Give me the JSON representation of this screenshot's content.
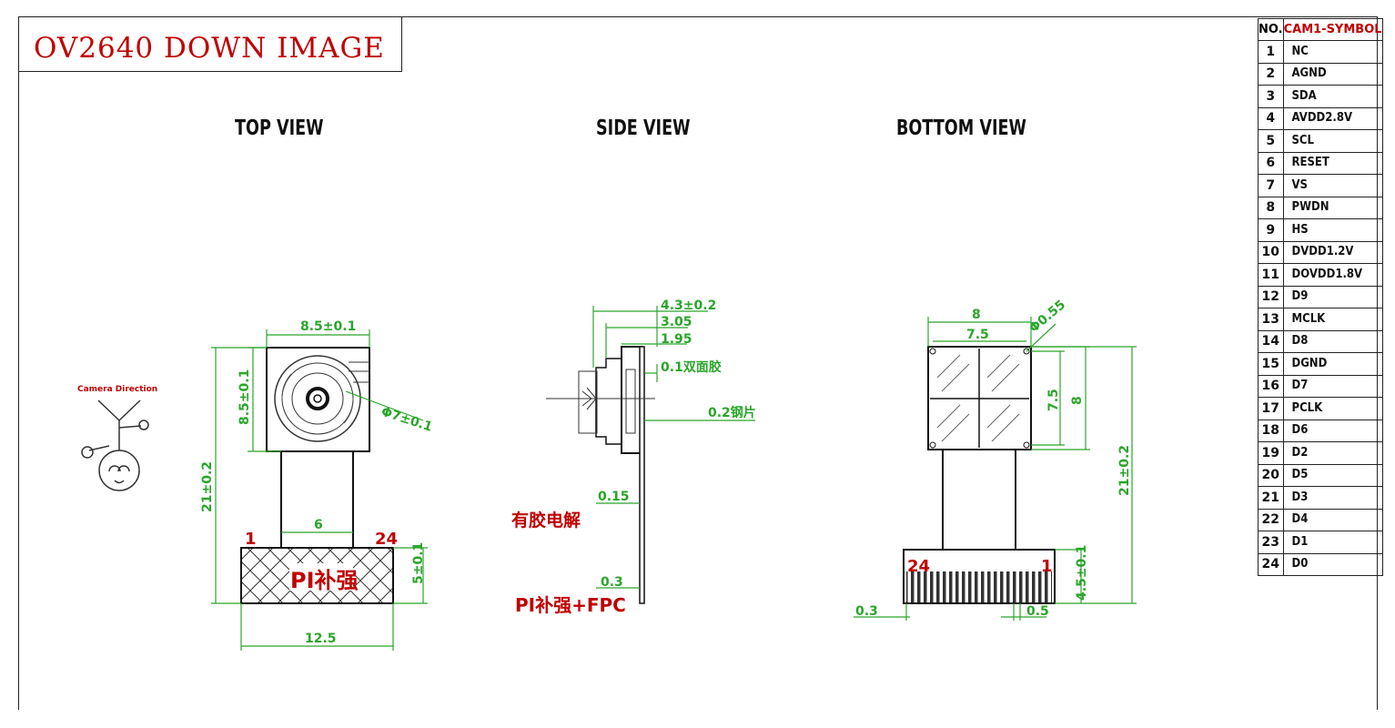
{
  "title": "OV2640 DOWN IMAGE",
  "views": {
    "top": "TOP VIEW",
    "side": "SIDE VIEW",
    "bottom": "BOTTOM VIEW"
  },
  "top_view": {
    "width_label": "8.5±0.1",
    "height_label": "8.5±0.1",
    "lens_label": "Φ7±0.1",
    "total_length_label": "21±0.2",
    "neck_label": "6",
    "pin_first": "1",
    "pin_last": "24",
    "stiffener_label": "PI补强",
    "stiffener_height_label": "5±0.1",
    "stiffener_width_label": "12.5",
    "direction_label": "Camera Direction"
  },
  "side_view": {
    "dim_total": "4.3±0.2",
    "dim_mid": "3.05",
    "dim_small": "1.95",
    "tape_label": "0.1双面胶",
    "steel_label": "0.2钢片",
    "dim_015": "0.15",
    "glue_label": "有胶电解",
    "dim_03": "0.3",
    "pi_fpc_label": "PI补强+FPC"
  },
  "bottom_view": {
    "width_outer": "8",
    "width_inner": "7.5",
    "hole_label": "Φ0.55",
    "height_inner": "7.5",
    "height_outer": "8",
    "total_length_label": "21±0.2",
    "pin_first": "24",
    "pin_last": "1",
    "finger_height_label": "4.5±0.1",
    "dim_03": "0.3",
    "dim_05": "0.5"
  },
  "pin_table": {
    "header_no": "NO.",
    "header_symbol": "CAM1-SYMBOL",
    "rows": [
      {
        "no": "1",
        "signal": "NC"
      },
      {
        "no": "2",
        "signal": "AGND"
      },
      {
        "no": "3",
        "signal": "SDA"
      },
      {
        "no": "4",
        "signal": "AVDD2.8V"
      },
      {
        "no": "5",
        "signal": "SCL"
      },
      {
        "no": "6",
        "signal": "RESET"
      },
      {
        "no": "7",
        "signal": "VS"
      },
      {
        "no": "8",
        "signal": "PWDN"
      },
      {
        "no": "9",
        "signal": "HS"
      },
      {
        "no": "10",
        "signal": "DVDD1.2V"
      },
      {
        "no": "11",
        "signal": "DOVDD1.8V"
      },
      {
        "no": "12",
        "signal": "D9"
      },
      {
        "no": "13",
        "signal": "MCLK"
      },
      {
        "no": "14",
        "signal": "D8"
      },
      {
        "no": "15",
        "signal": "DGND"
      },
      {
        "no": "16",
        "signal": "D7"
      },
      {
        "no": "17",
        "signal": "PCLK"
      },
      {
        "no": "18",
        "signal": "D6"
      },
      {
        "no": "19",
        "signal": "D2"
      },
      {
        "no": "20",
        "signal": "D5"
      },
      {
        "no": "21",
        "signal": "D3"
      },
      {
        "no": "22",
        "signal": "D4"
      },
      {
        "no": "23",
        "signal": "D1"
      },
      {
        "no": "24",
        "signal": "D0"
      }
    ]
  },
  "colors": {
    "dimension": "#2aa52a",
    "annotation": "#c00000",
    "outline": "#111111"
  }
}
